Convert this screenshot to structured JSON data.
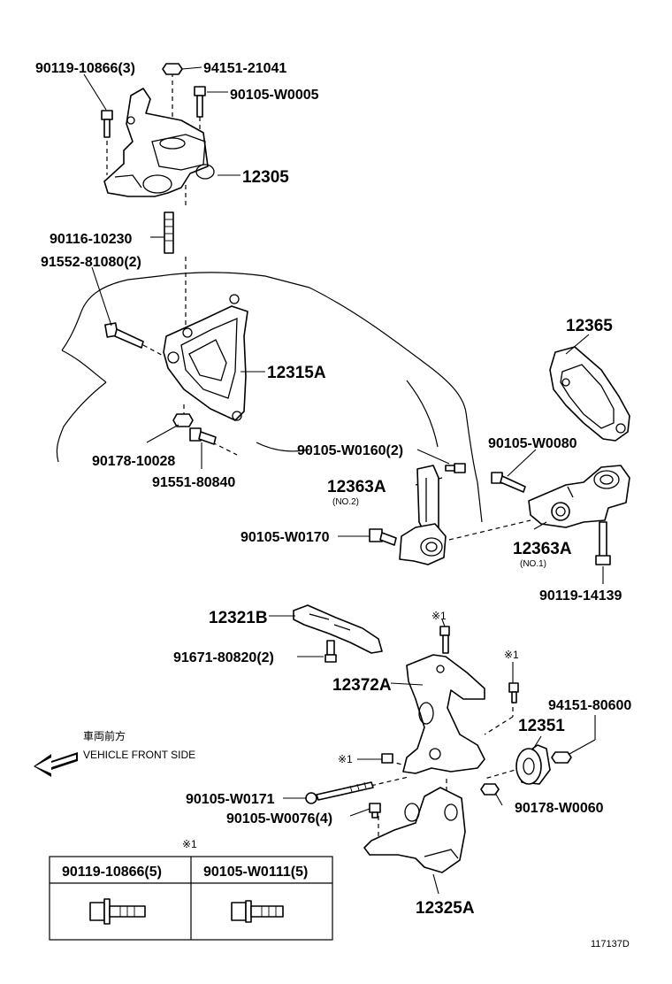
{
  "labels": {
    "p_90119_10866": "90119-10866(3)",
    "p_94151_21041": "94151-21041",
    "p_90105_W0005": "90105-W0005",
    "p_12305": "12305",
    "p_90116_10230": "90116-10230",
    "p_91552_81080": "91552-81080(2)",
    "p_12315A": "12315A",
    "p_90178_10028": "90178-10028",
    "p_91551_80840": "91551-80840",
    "p_12365": "12365",
    "p_90105_W0080": "90105-W0080",
    "p_90105_W0160": "90105-W0160(2)",
    "p_12363A_no2": "12363A",
    "p_12363A_no2_sub": "(NO.2)",
    "p_90105_W0170": "90105-W0170",
    "p_12363A_no1": "12363A",
    "p_12363A_no1_sub": "(NO.1)",
    "p_90119_14139": "90119-14139",
    "p_12321B": "12321B",
    "p_91671_80820": "91671-80820(2)",
    "p_12372A": "12372A",
    "p_94151_80600": "94151-80600",
    "p_12351": "12351",
    "p_90105_W0171": "90105-W0171",
    "p_90105_W0076": "90105-W0076(4)",
    "p_90178_W0060": "90178-W0060",
    "p_12325A": "12325A"
  },
  "marks": {
    "m1": "※1",
    "m2": "※1",
    "m3": "※1",
    "table_mark": "※1"
  },
  "direction": {
    "jp": "車両前方",
    "en": "VEHICLE FRONT SIDE"
  },
  "table": {
    "headers": [
      "90119-10866(5)",
      "90105-W0111(5)"
    ]
  },
  "catalog_id": "117137D",
  "icons": {
    "arrow": "vehicle-front-arrow-icon"
  }
}
